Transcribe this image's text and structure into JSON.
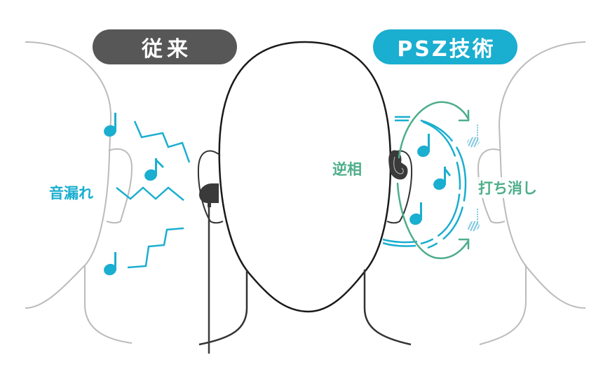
{
  "left_panel": {
    "title": "従来",
    "leak_label": "音漏れ",
    "title_color": "#575757",
    "note_color": "#1aaed0"
  },
  "right_panel": {
    "title": "PSZ技術",
    "antiphase_label": "逆相",
    "cancel_label": "打ち消し",
    "title_color": "#1aaed0",
    "label_color": "#4dae8a",
    "note_color": "#1aaed0"
  },
  "icons": [
    "music-note-icon",
    "sound-wave-icon",
    "earphone-icon",
    "circular-arrow-icon",
    "head-outline-icon"
  ]
}
